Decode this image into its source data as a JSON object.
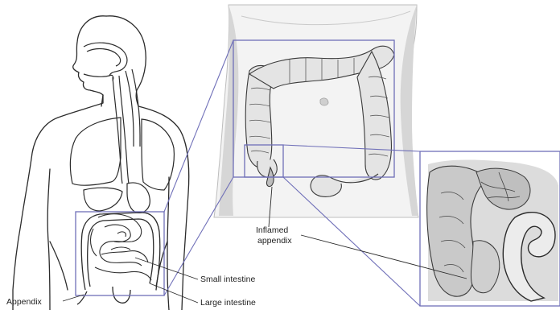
{
  "labels": {
    "appendix": "Appendix",
    "small_intestine": "Small intestine",
    "large_intestine": "Large intestine",
    "inflamed_line1": "Inflamed",
    "inflamed_line2": "appendix"
  },
  "colors": {
    "outline": "#2b2b2b",
    "callout": "#6f6fb8",
    "shade": "#d9d9d9",
    "skin": "#efefef"
  }
}
